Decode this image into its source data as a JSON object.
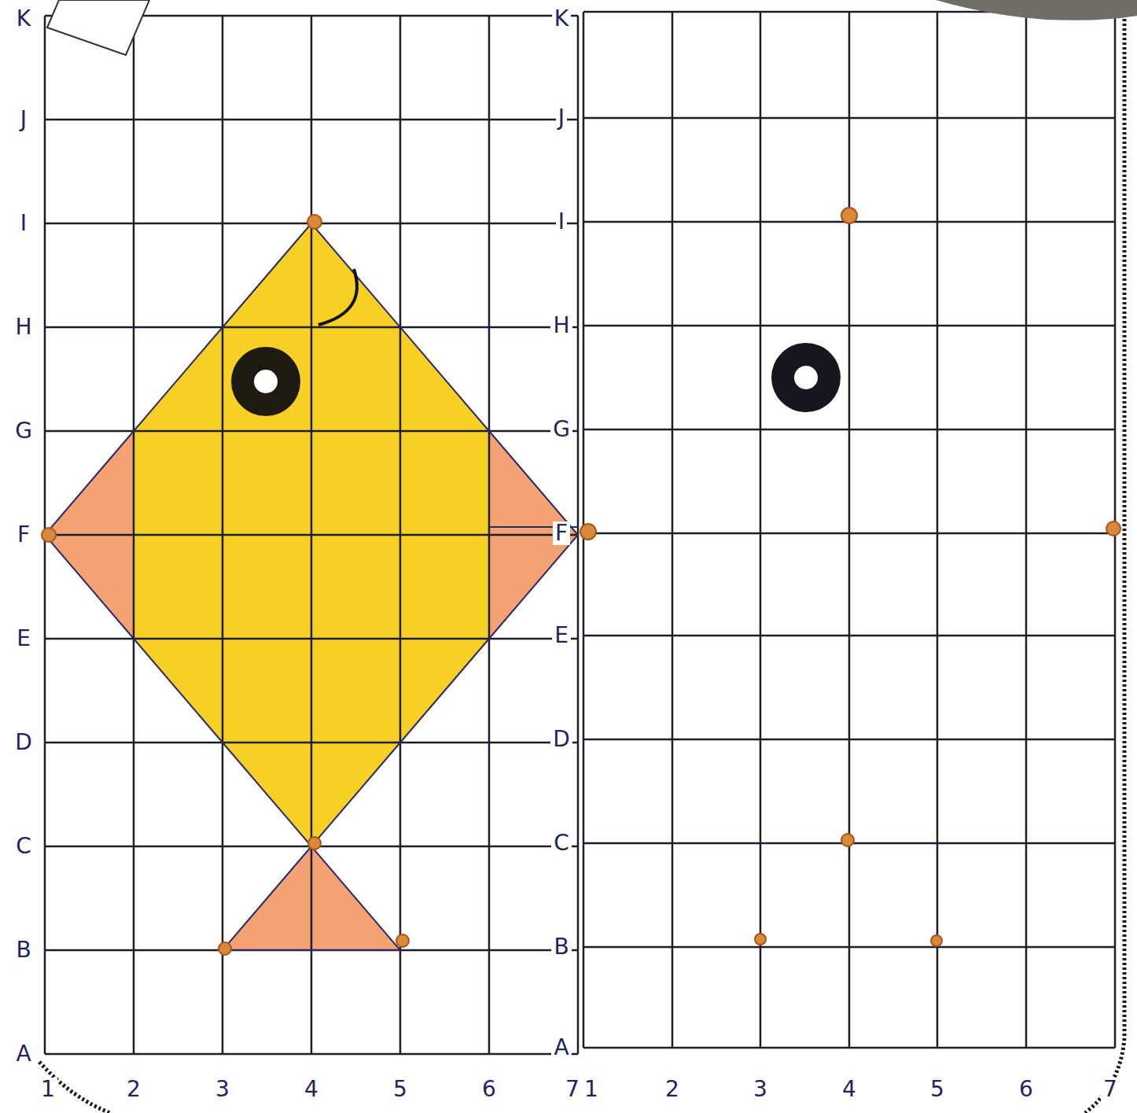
{
  "diagram": {
    "labels": [
      "A",
      "B",
      "C",
      "D",
      "E",
      "F",
      "G",
      "H",
      "I",
      "J",
      "K",
      "1",
      "2",
      "3",
      "4",
      "5",
      "6",
      "7",
      "A",
      "B",
      "C",
      "D",
      "E",
      "F",
      "G",
      "H",
      "I",
      "J",
      "K",
      "1",
      "2",
      "3",
      "4",
      "5",
      "6",
      "7"
    ]
  }
}
